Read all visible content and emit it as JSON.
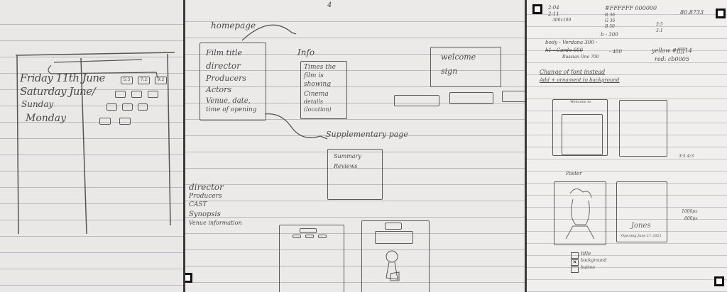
{
  "page1": {
    "days": [
      {
        "label": "Friday 11th June"
      },
      {
        "label": "Saturday June/"
      },
      {
        "label": "Sunday"
      },
      {
        "label": "Monday"
      }
    ],
    "time_slot_labels": [
      "5:3",
      "7:2",
      "9:2"
    ]
  },
  "page2": {
    "homepage_label": "homepage",
    "homepage_items": [
      "Film title",
      "director",
      "Producers",
      "Actors",
      "Venue, date,",
      "time of opening"
    ],
    "info_label": "Info",
    "info_items": [
      "Times the",
      "film is",
      "showing",
      "Cinema",
      "details",
      "(location)"
    ],
    "welcome_text": [
      "welcome",
      "sign"
    ],
    "supplementary_label": "Supplementary page",
    "supplementary_items": [
      "Summary",
      "Reviews"
    ],
    "notes": [
      "director",
      "Producers",
      "CAST",
      "Synopsis",
      "Venue information"
    ],
    "page_number": "4"
  },
  "page3": {
    "dimensions": [
      "2:04",
      "2:11",
      "300x100"
    ],
    "hex_heading": "#FFFFFF 000000",
    "rgb": [
      "R 36",
      "G 36",
      "B 50"
    ],
    "ratio_right": "80.8733",
    "fraction": [
      "3:5",
      "3:1"
    ],
    "body_line": "body - Verdana 300 -",
    "b_value": "b - 300",
    "h1_line": "h1 - Cardo 600",
    "h1_sub": "Russian One 700",
    "h1_value": "- 400",
    "colour_yellow": "yellow #ffff14",
    "colour_red": "red: cb0005",
    "todo": [
      "Change of font instead",
      "Add + ornament to background"
    ],
    "welcome_sketch_label": "Welcome to",
    "ratio_note": "3:5 4:3",
    "poster_label": "Poster",
    "poster_title": "Jones",
    "poster_caption": "Opening June 11 2021",
    "size_note": [
      "1000px",
      "600px"
    ],
    "checklist": [
      {
        "label": "title",
        "checked": false
      },
      {
        "label": "background",
        "checked": true
      },
      {
        "label": "button",
        "checked": false
      }
    ]
  }
}
